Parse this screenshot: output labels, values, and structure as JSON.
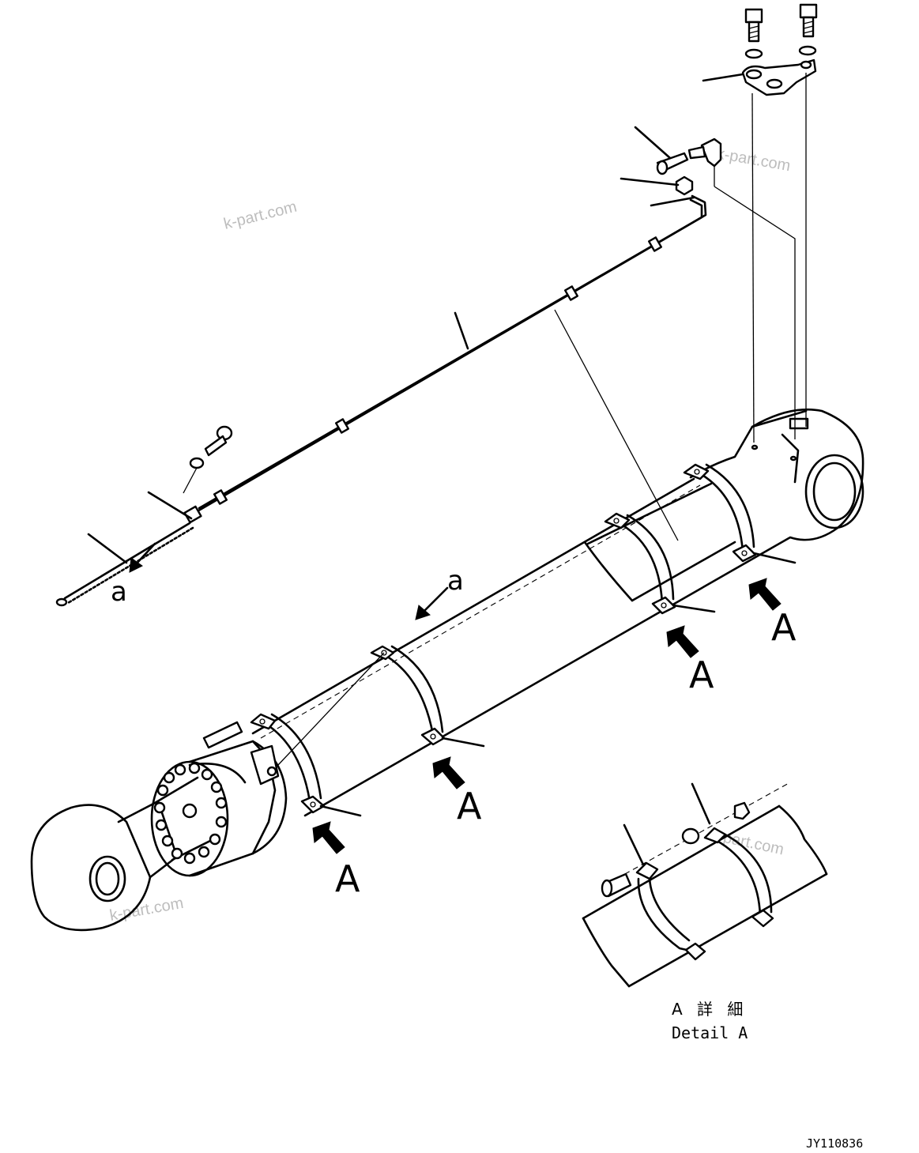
{
  "callouts": {
    "view_letter": "A",
    "section_letter": "a"
  },
  "detail": {
    "title_jp": "A 詳 細",
    "title_en": "Detail A"
  },
  "drawing_id": "JY110836",
  "watermark": "k-part.com",
  "colors": {
    "ink": "#000000",
    "paper": "#ffffff",
    "watermark": "#bdbdbd"
  }
}
